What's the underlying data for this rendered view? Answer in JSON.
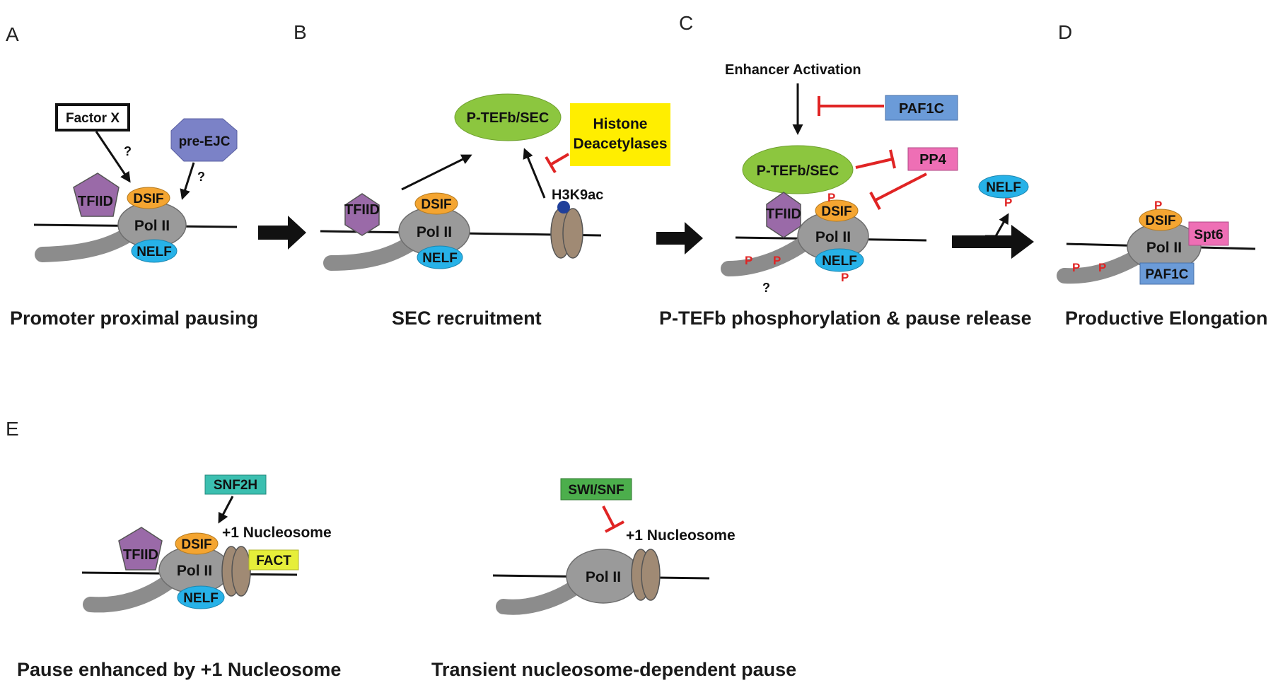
{
  "panels": {
    "a": "A",
    "b": "B",
    "c": "C",
    "d": "D",
    "e": "E"
  },
  "captions": {
    "a": "Promoter proximal pausing",
    "b": "SEC recruitment",
    "c": "P-TEFb phosphorylation & pause release",
    "d": "Productive Elongation",
    "e1": "Pause enhanced by +1 Nucleosome",
    "e2": "Transient nucleosome-dependent pause"
  },
  "labels": {
    "pol2": "Pol II",
    "tfiid": "TFIID",
    "dsif": "DSIF",
    "nelf": "NELF",
    "factor_x": "Factor X",
    "pre_ejc": "pre-EJC",
    "question": "?",
    "ptefb_sec": "P-TEFb/SEC",
    "histone_deacetylases_line1": "Histone",
    "histone_deacetylases_line2": "Deacetylases",
    "h3k9ac": "H3K9ac",
    "enhancer_activation": "Enhancer Activation",
    "paf1c": "PAF1C",
    "pp4": "PP4",
    "phospho": "P",
    "spt6": "Spt6",
    "snf2h": "SNF2H",
    "fact": "FACT",
    "nucleosome_plus1": "+1 Nucleosome",
    "swi_snf": "SWI/SNF"
  },
  "colors": {
    "pol2": "#9a9a9a",
    "tfiid": "#9a6aa8",
    "dsif": "#f4a531",
    "nelf": "#27b2e8",
    "pre_ejc": "#7b82c7",
    "ptefb": "#8cc63f",
    "hdac": "#ffee00",
    "paf1c": "#6b9bd8",
    "pp4": "#ee6fb5",
    "spt6": "#ee6fb5",
    "snf2h": "#3bbfb0",
    "fact": "#e6ee3a",
    "swi_snf": "#4cae4c",
    "nucleosome": "#a08a74",
    "inhibit": "#e02424",
    "phospho": "#e02424",
    "acetyl": "#1f3f9a"
  }
}
